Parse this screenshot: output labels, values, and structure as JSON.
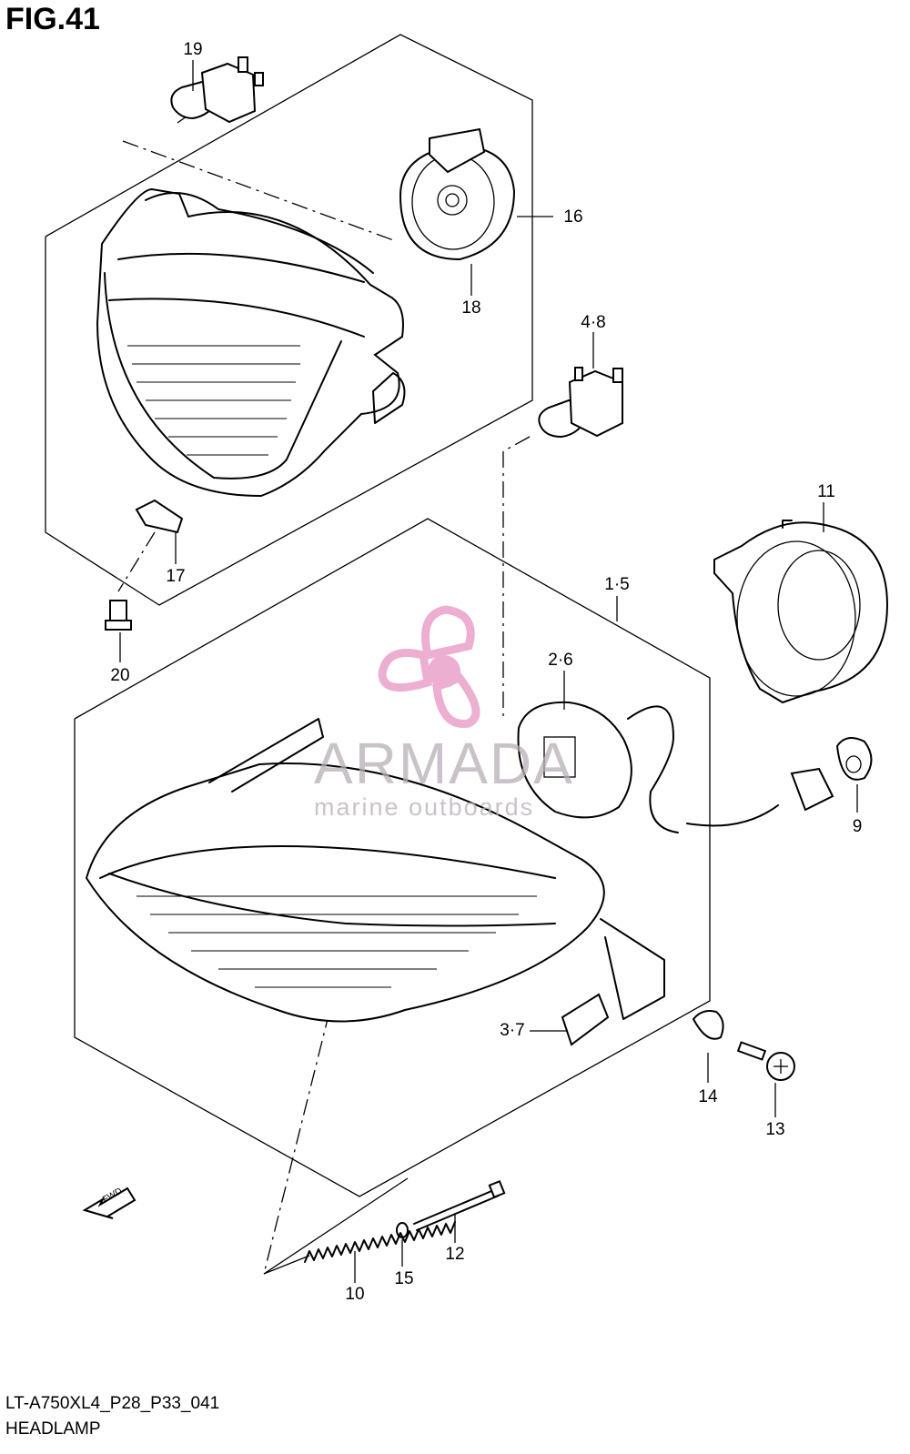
{
  "figure": {
    "title": "FIG.41",
    "model_code": "LT-A750XL4_P28_P33_041",
    "section_name": "HEADLAMP"
  },
  "watermark": {
    "brand": "ARMADA",
    "tagline": "marine outboards",
    "color": "#e9a2c9"
  },
  "fwd_badge": {
    "label": "FWD"
  },
  "callouts": {
    "c19": "19",
    "c16": "16",
    "c18": "18",
    "c48": "4·8",
    "c11": "11",
    "c17": "17",
    "c20": "20",
    "c15_group": "1·5",
    "c26": "2·6",
    "c9": "9",
    "c37": "3·7",
    "c14": "14",
    "c13": "13",
    "c12": "12",
    "c15": "15",
    "c10": "10"
  }
}
